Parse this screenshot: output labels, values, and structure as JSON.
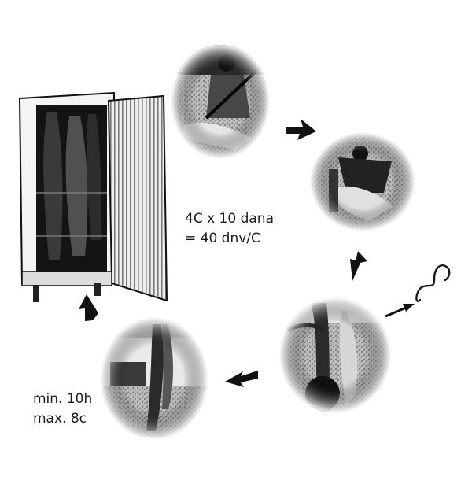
{
  "labels": {
    "storage_line1": "4C x 10 dana",
    "storage_line2": "= 40 dnv/C",
    "hanging_line1": "min. 10h",
    "hanging_line2": "max. 8c"
  },
  "steps": [
    {
      "id": "hunter",
      "depicts": "hunter kneeling with rifle beside game"
    },
    {
      "id": "field-dressing",
      "depicts": "hunter field dressing the game"
    },
    {
      "id": "hanging-tree",
      "depicts": "carcass hung on a tree with hook"
    },
    {
      "id": "hanging-room",
      "depicts": "carcass hung indoors"
    },
    {
      "id": "cold-storage",
      "depicts": "cooling cabinet with hanging carcasses"
    }
  ],
  "icons": {
    "hook": "s-hook-icon",
    "arrow": "flow-arrow-icon"
  },
  "colors": {
    "ink": "#111111",
    "paper": "#ffffff",
    "grass": "#9a9a9a"
  }
}
